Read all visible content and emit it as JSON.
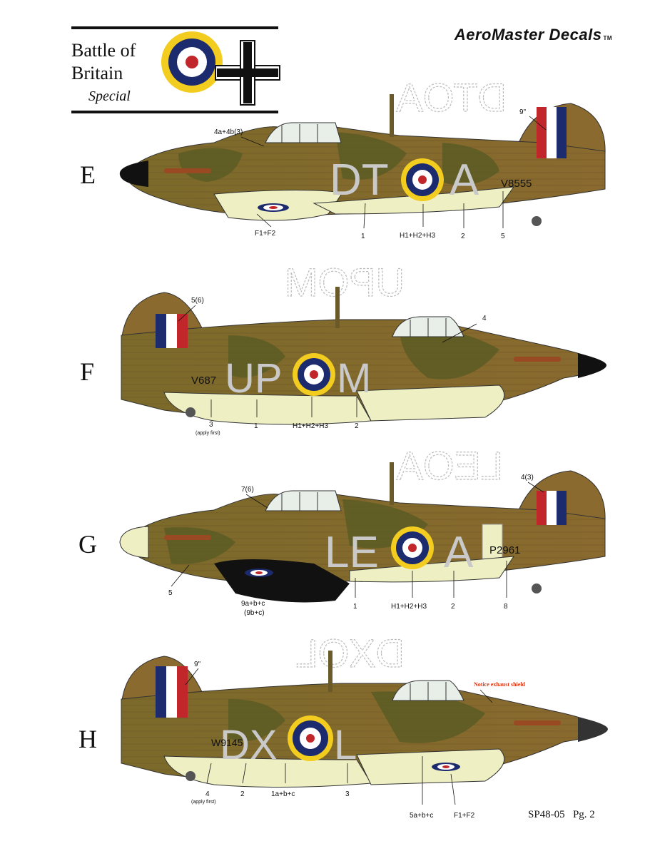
{
  "header": {
    "title_line1": "Battle of",
    "title_line2": "Britain",
    "title_line3": "Special",
    "brand": "AeroMaster Decals",
    "brand_tm": "TM"
  },
  "profiles": [
    {
      "letter": "E",
      "code_left": "DT",
      "code_right": "A",
      "ghost_text": "DTOA",
      "serial": "V8555",
      "callouts": [
        "4a+4b(3)",
        "9\"",
        "F1+F2",
        "1",
        "H1+H2+H3",
        "2",
        "5"
      ]
    },
    {
      "letter": "F",
      "code_left": "UP",
      "code_right": "M",
      "ghost_text": "UPOM",
      "serial": "V687",
      "callouts": [
        "5(6)",
        "4",
        "3",
        "(apply first)",
        "1",
        "H1+H2+H3",
        "2"
      ]
    },
    {
      "letter": "G",
      "code_left": "LE",
      "code_right": "A",
      "ghost_text": "LEOA",
      "serial": "P2961",
      "callouts": [
        "7(6)",
        "4(3)",
        "5",
        "9a+b+c",
        "(9b+c)",
        "1",
        "H1+H2+H3",
        "2",
        "8"
      ]
    },
    {
      "letter": "H",
      "code_left": "DX",
      "code_right": "L",
      "ghost_text": "DXOL",
      "serial": "W9145",
      "notice": "Notice exhaust shield",
      "callouts": [
        "9\"",
        "4",
        "(apply first)",
        "2",
        "1a+b+c",
        "3",
        "5a+b+c",
        "F1+F2"
      ]
    }
  ],
  "footer": {
    "sheet_number": "SP48-05",
    "page": "Pg. 2"
  },
  "colors": {
    "dark_earth": "#8a6a2e",
    "dark_green": "#5a5a24",
    "sky_underside": "#eef0c4",
    "roundel_blue": "#1c2a6e",
    "roundel_red": "#c0262a",
    "roundel_yellow": "#f2cc1e",
    "code_grey": "#c9c9c9",
    "notice_red": "#d83a1a"
  }
}
